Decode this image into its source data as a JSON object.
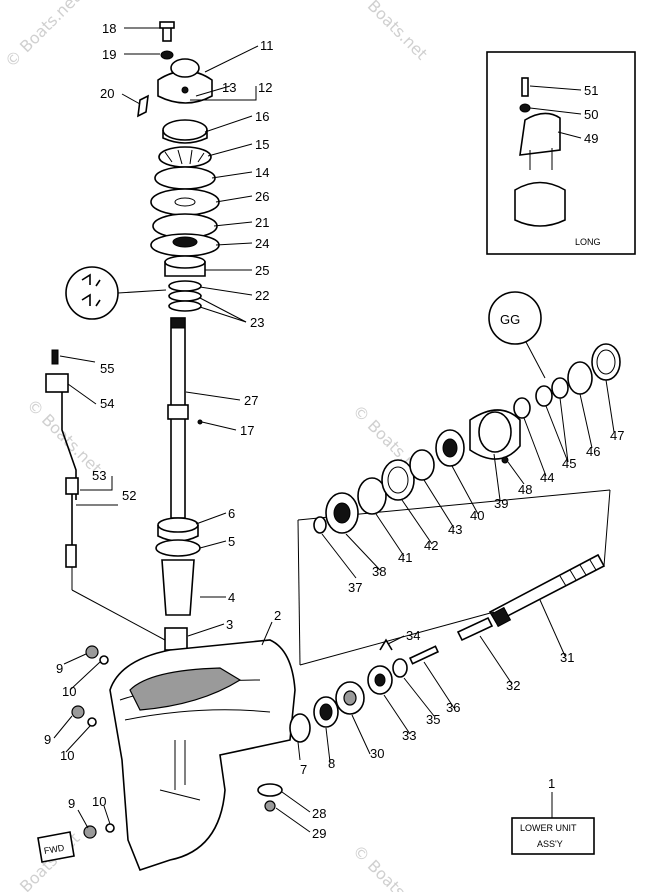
{
  "watermark": "© Boats.net",
  "callouts": {
    "p1": "1",
    "p2": "2",
    "p3": "3",
    "p4": "4",
    "p5": "5",
    "p6": "6",
    "p7": "7",
    "p8": "8",
    "p9a": "9",
    "p9b": "9",
    "p9c": "9",
    "p10a": "10",
    "p10b": "10",
    "p10c": "10",
    "p11": "11",
    "p12": "12",
    "p13": "13",
    "p14": "14",
    "p15": "15",
    "p16": "16",
    "p17": "17",
    "p18": "18",
    "p19": "19",
    "p20": "20",
    "p21": "21",
    "p22": "22",
    "p23": "23",
    "p24": "24",
    "p25": "25",
    "p26": "26",
    "p27": "27",
    "p28": "28",
    "p29": "29",
    "p30": "30",
    "p31": "31",
    "p32": "32",
    "p33": "33",
    "p34": "34",
    "p35": "35",
    "p36": "36",
    "p37": "37",
    "p38": "38",
    "p39": "39",
    "p40": "40",
    "p41": "41",
    "p42": "42",
    "p43": "43",
    "p44": "44",
    "p45": "45",
    "p46": "46",
    "p47": "47",
    "p48": "48",
    "p49": "49",
    "p50": "50",
    "p51": "51",
    "p52": "52",
    "p53": "53",
    "p54": "54",
    "p55": "55"
  },
  "inset_label": "LONG",
  "assy_box": {
    "line1": "LOWER UNIT",
    "line2": "ASS'Y"
  },
  "fwd_label": "FWD",
  "marking_label": "GG"
}
